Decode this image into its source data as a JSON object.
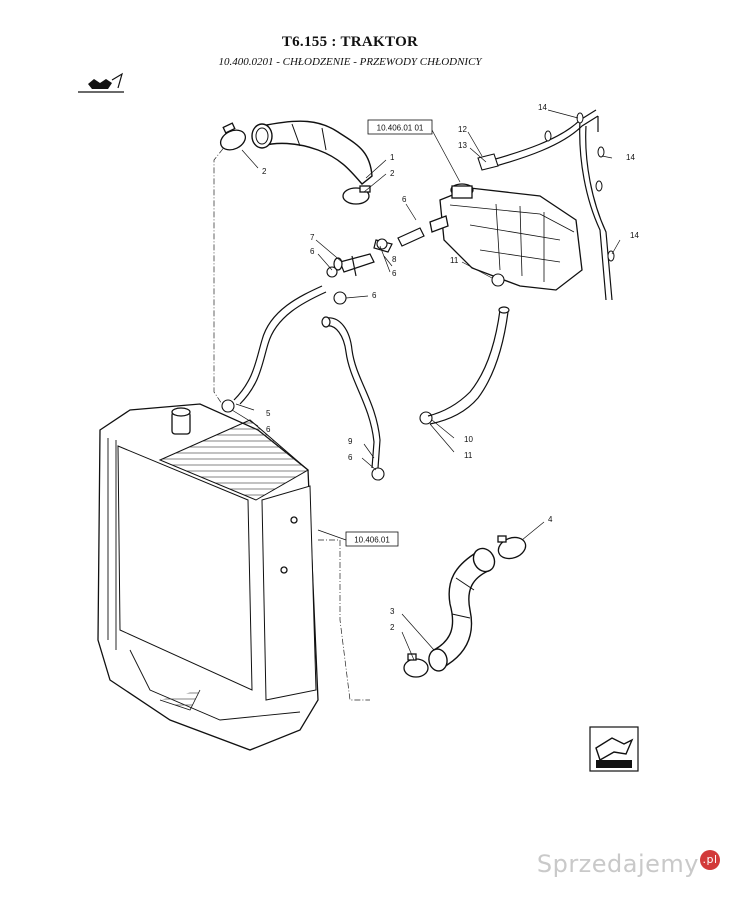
{
  "header": {
    "title": "T6.155 : TRAKTOR",
    "subtitle": "10.400.0201 - CHŁODZENIE - PRZEWODY CHŁODNICY"
  },
  "references": {
    "tank_ref": "10.406.01 01",
    "radiator_ref": "10.406.01"
  },
  "callouts": {
    "c1": "1",
    "c2a": "2",
    "c2b": "2",
    "c2c": "2",
    "c3": "3",
    "c4": "4",
    "c5": "5",
    "c6a": "6",
    "c6b": "6",
    "c6c": "6",
    "c6d": "6",
    "c6e": "6",
    "c6f": "6",
    "c7": "7",
    "c8": "8",
    "c9": "9",
    "c10": "10",
    "c11a": "11",
    "c11b": "11",
    "c12": "12",
    "c13": "13",
    "c14a": "14",
    "c14b": "14",
    "c14c": "14"
  },
  "icons": {
    "top_left": "book-icon",
    "bottom_right": "navigation-arrow-icon"
  },
  "watermark": {
    "text": "Sprzedajemy",
    "suffix": ".pl"
  }
}
